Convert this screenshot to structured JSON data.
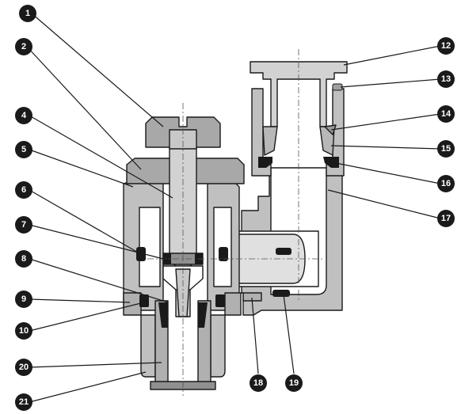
{
  "colors": {
    "body": "#c0c0c0",
    "body_light": "#d2d2d2",
    "body_dark": "#a8a8a8",
    "seal": "#1a1a1a",
    "outline": "#1a1a1a",
    "bore": "#ffffff",
    "badge": "#1a1a1a",
    "badge_text": "#ffffff"
  },
  "callouts": [
    {
      "id": "1",
      "label": "1"
    },
    {
      "id": "2",
      "label": "2"
    },
    {
      "id": "4",
      "label": "4"
    },
    {
      "id": "5",
      "label": "5"
    },
    {
      "id": "6",
      "label": "6"
    },
    {
      "id": "7",
      "label": "7"
    },
    {
      "id": "8",
      "label": "8"
    },
    {
      "id": "9",
      "label": "9"
    },
    {
      "id": "10",
      "label": "10"
    },
    {
      "id": "20",
      "label": "20"
    },
    {
      "id": "21",
      "label": "21"
    },
    {
      "id": "12",
      "label": "12"
    },
    {
      "id": "13",
      "label": "13"
    },
    {
      "id": "14",
      "label": "14"
    },
    {
      "id": "15",
      "label": "15"
    },
    {
      "id": "16",
      "label": "16"
    },
    {
      "id": "17",
      "label": "17"
    },
    {
      "id": "18",
      "label": "18"
    },
    {
      "id": "19",
      "label": "19"
    }
  ]
}
